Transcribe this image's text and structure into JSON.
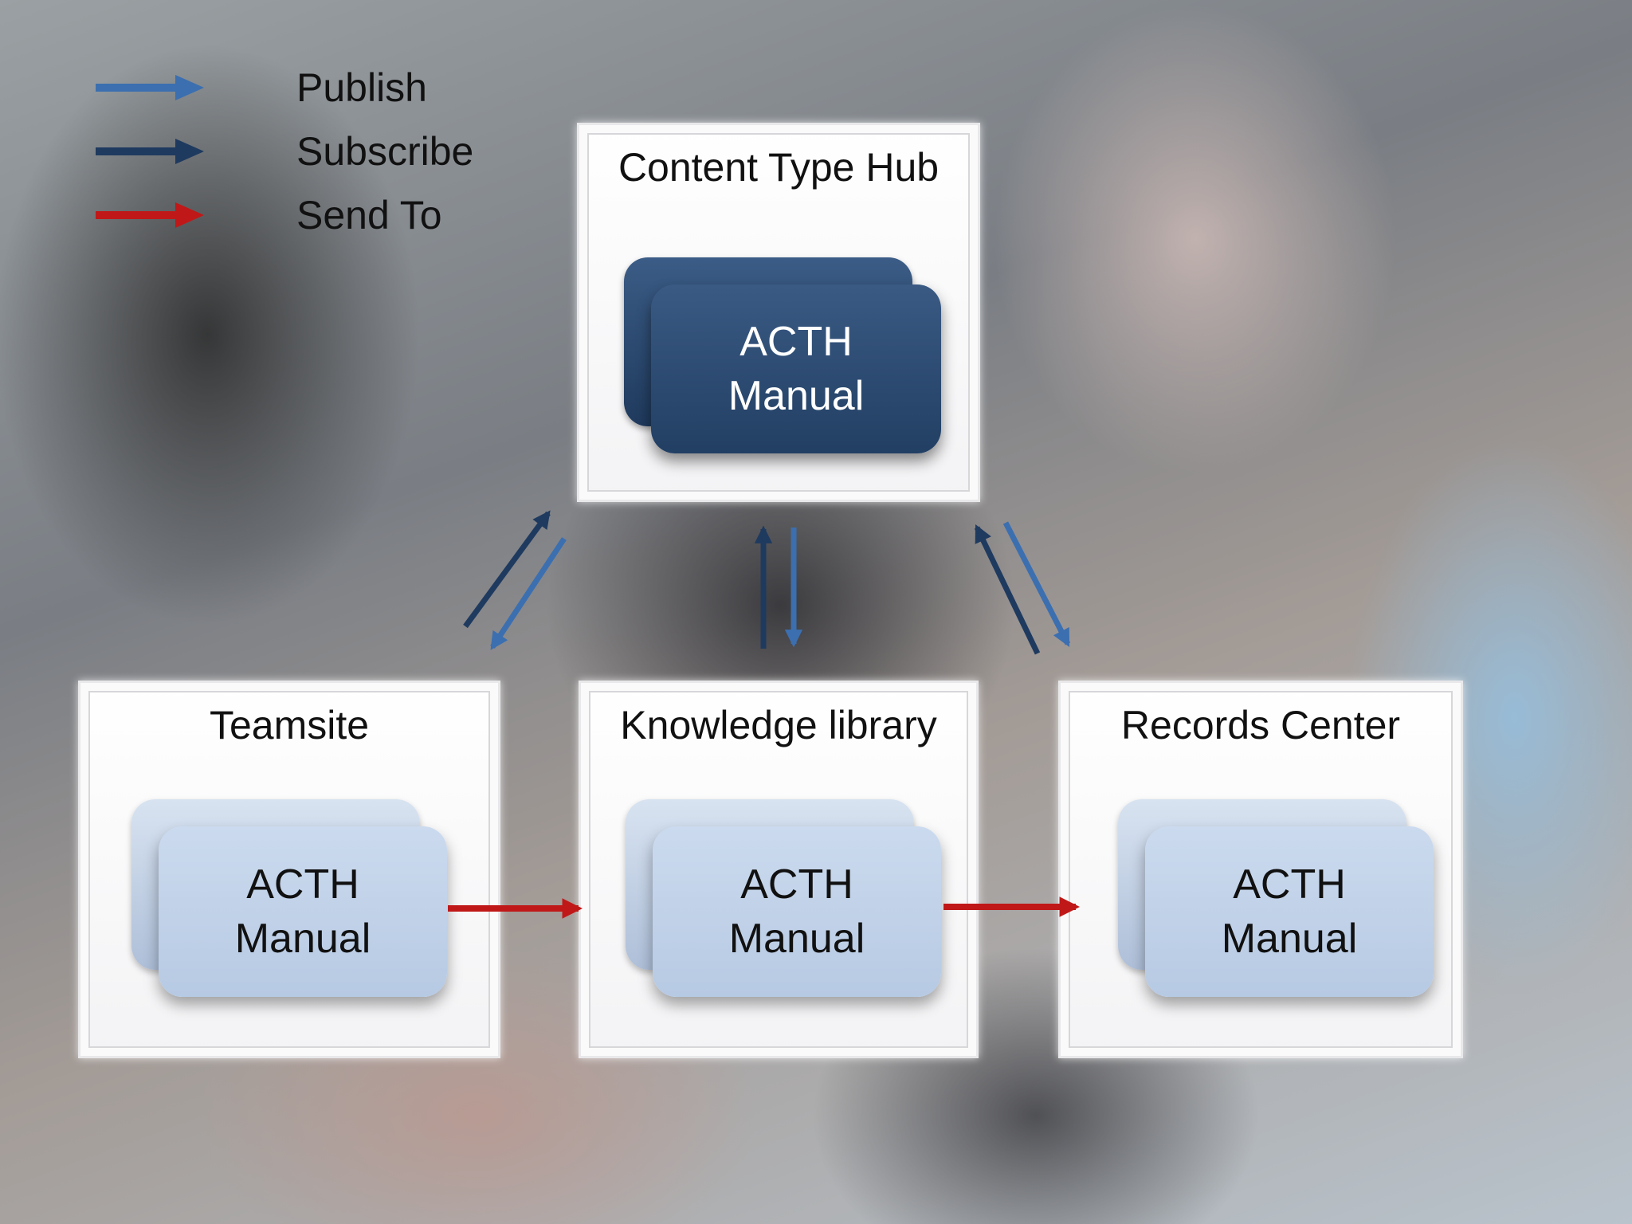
{
  "legend": {
    "items": [
      {
        "label": "Publish",
        "color": "#3b6fb0"
      },
      {
        "label": "Subscribe",
        "color": "#1f3a5f"
      },
      {
        "label": "Send To",
        "color": "#c01818"
      }
    ]
  },
  "nodes": {
    "hub": {
      "title": "Content Type Hub",
      "card_line1": "ACTH",
      "card_line2": "Manual"
    },
    "teamsite": {
      "title": "Teamsite",
      "card_line1": "ACTH",
      "card_line2": "Manual"
    },
    "library": {
      "title": "Knowledge library",
      "card_line1": "ACTH",
      "card_line2": "Manual"
    },
    "records": {
      "title": "Records Center",
      "card_line1": "ACTH",
      "card_line2": "Manual"
    }
  },
  "edges": [
    {
      "from": "teamsite",
      "to": "hub",
      "type": "Subscribe"
    },
    {
      "from": "hub",
      "to": "teamsite",
      "type": "Publish"
    },
    {
      "from": "library",
      "to": "hub",
      "type": "Subscribe"
    },
    {
      "from": "hub",
      "to": "library",
      "type": "Publish"
    },
    {
      "from": "records",
      "to": "hub",
      "type": "Subscribe"
    },
    {
      "from": "hub",
      "to": "records",
      "type": "Publish"
    },
    {
      "from": "teamsite",
      "to": "library",
      "type": "Send To"
    },
    {
      "from": "library",
      "to": "records",
      "type": "Send To"
    }
  ]
}
